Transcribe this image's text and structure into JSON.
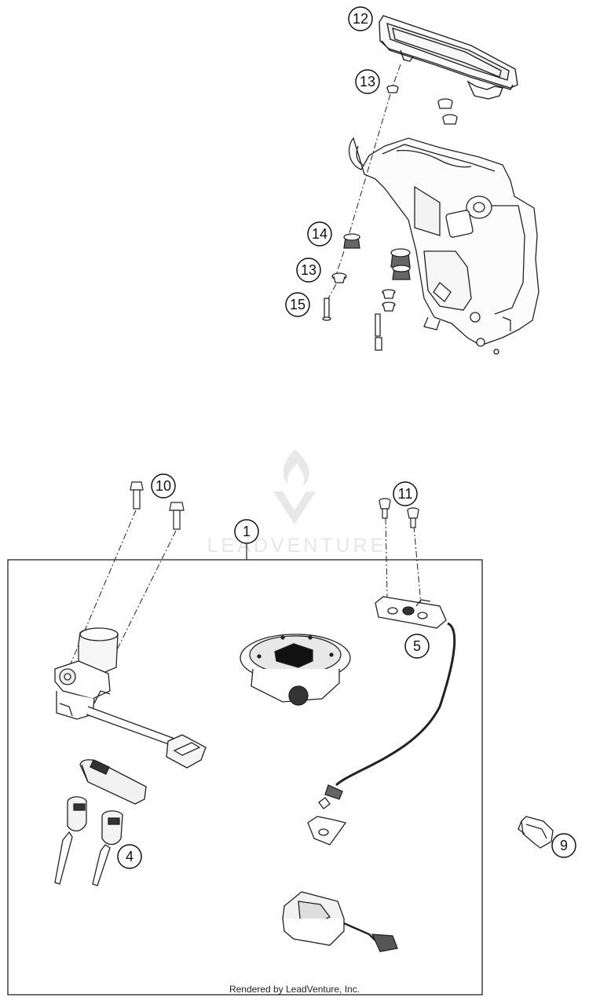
{
  "diagram": {
    "callouts": {
      "c12": "12",
      "c13a": "13",
      "c14": "14",
      "c13b": "13",
      "c15": "15",
      "c10": "10",
      "c11": "11",
      "c1": "1",
      "c5": "5",
      "c4": "4",
      "c9": "9"
    },
    "watermark": "LEADVENTURE",
    "footer": "Rendered by LeadVenture, Inc."
  }
}
